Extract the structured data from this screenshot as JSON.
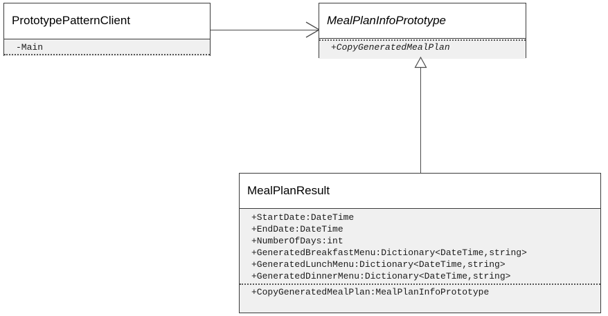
{
  "diagram": {
    "kind": "uml-class-diagram",
    "background": "#ffffff",
    "line_color": "#4a4a4a",
    "border_color": "#3a3a3a",
    "compartment_color": "#f0f0f0",
    "title_color": "#000000"
  },
  "classes": {
    "client": {
      "name": "PrototypePatternClient",
      "stereotype": "class",
      "members": [
        {
          "text": "-Main",
          "visibility": "private",
          "italic": false
        }
      ]
    },
    "prototype": {
      "name": "MealPlanInfoPrototype",
      "stereotype": "interface",
      "members": [
        {
          "text": "+CopyGeneratedMealPlan",
          "visibility": "public",
          "italic": true
        }
      ]
    },
    "result": {
      "name": "MealPlanResult",
      "stereotype": "class",
      "attributes": [
        {
          "text": "+StartDate:DateTime",
          "visibility": "public"
        },
        {
          "text": "+EndDate:DateTime",
          "visibility": "public"
        },
        {
          "text": "+NumberOfDays:int",
          "visibility": "public"
        },
        {
          "text": "+GeneratedBreakfastMenu:Dictionary<DateTime,string>",
          "visibility": "public"
        },
        {
          "text": "+GeneratedLunchMenu:Dictionary<DateTime,string>",
          "visibility": "public"
        },
        {
          "text": "+GeneratedDinnerMenu:Dictionary<DateTime,string>",
          "visibility": "public"
        }
      ],
      "operations": [
        {
          "text": "+CopyGeneratedMealPlan:MealPlanInfoPrototype",
          "visibility": "public"
        }
      ]
    }
  },
  "relationships": [
    {
      "id": "client-to-prototype",
      "type": "association",
      "from": "PrototypePatternClient",
      "to": "MealPlanInfoPrototype",
      "arrow": "open-arrowhead",
      "style": "solid"
    },
    {
      "id": "result-to-prototype",
      "type": "generalization",
      "from": "MealPlanResult",
      "to": "MealPlanInfoPrototype",
      "arrow": "hollow-triangle",
      "style": "solid"
    }
  ]
}
